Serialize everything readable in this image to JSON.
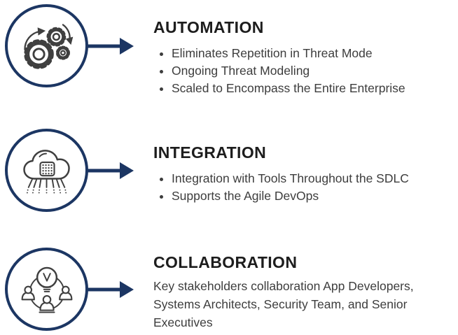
{
  "palette": {
    "navy": "#1c3663",
    "icon_stroke": "#3f3f3f",
    "title_color": "#1d1d1d",
    "body_color": "#3d3d3d",
    "background": "#ffffff"
  },
  "sections": [
    {
      "id": "automation",
      "icon": "gears-automation-icon",
      "title": "AUTOMATION",
      "bullets": [
        "Eliminates Repetition in Threat Mode",
        "Ongoing Threat Modeling",
        "Scaled to Encompass the Entire Enterprise"
      ]
    },
    {
      "id": "integration",
      "icon": "cloud-integration-icon",
      "title": "INTEGRATION",
      "bullets": [
        "Integration with Tools Throughout the SDLC",
        "Supports the Agile DevOps"
      ]
    },
    {
      "id": "collaboration",
      "icon": "collaboration-brainstorm-icon",
      "title": "COLLABORATION",
      "paragraph": "Key stakeholders collaboration App Developers, Systems Architects, Security Team, and Senior Executives"
    }
  ]
}
